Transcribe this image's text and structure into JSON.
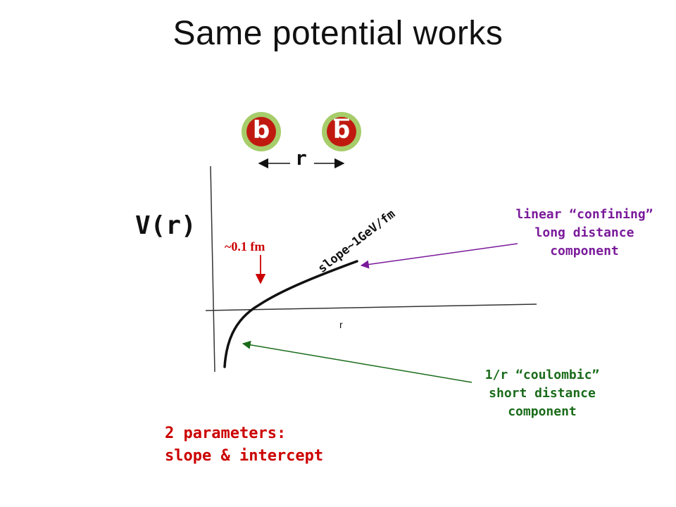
{
  "title": "Same potential works",
  "particles": {
    "quark": "b",
    "antiquark": "b"
  },
  "separation_label": "r",
  "y_axis_label": "V(r)",
  "x_axis_label": "r",
  "radius_marker": "~0.1 fm",
  "slope_label": "slope~1GeV/fm",
  "linear_note": [
    "linear “confining”",
    "long distance",
    "component"
  ],
  "coulomb_note": [
    "1/r “coulombic”",
    "short distance",
    "component"
  ],
  "params_note": [
    "2 parameters:",
    "slope & intercept"
  ],
  "colors": {
    "ball_outer": "#a6cd6a",
    "ball_b": "#c01a10",
    "ball_bbar": "#3c8a2a",
    "marker_arrow": "#cc0000",
    "linear_arrow": "#7a1a9a",
    "coulomb_arrow": "#1a6b1a"
  }
}
